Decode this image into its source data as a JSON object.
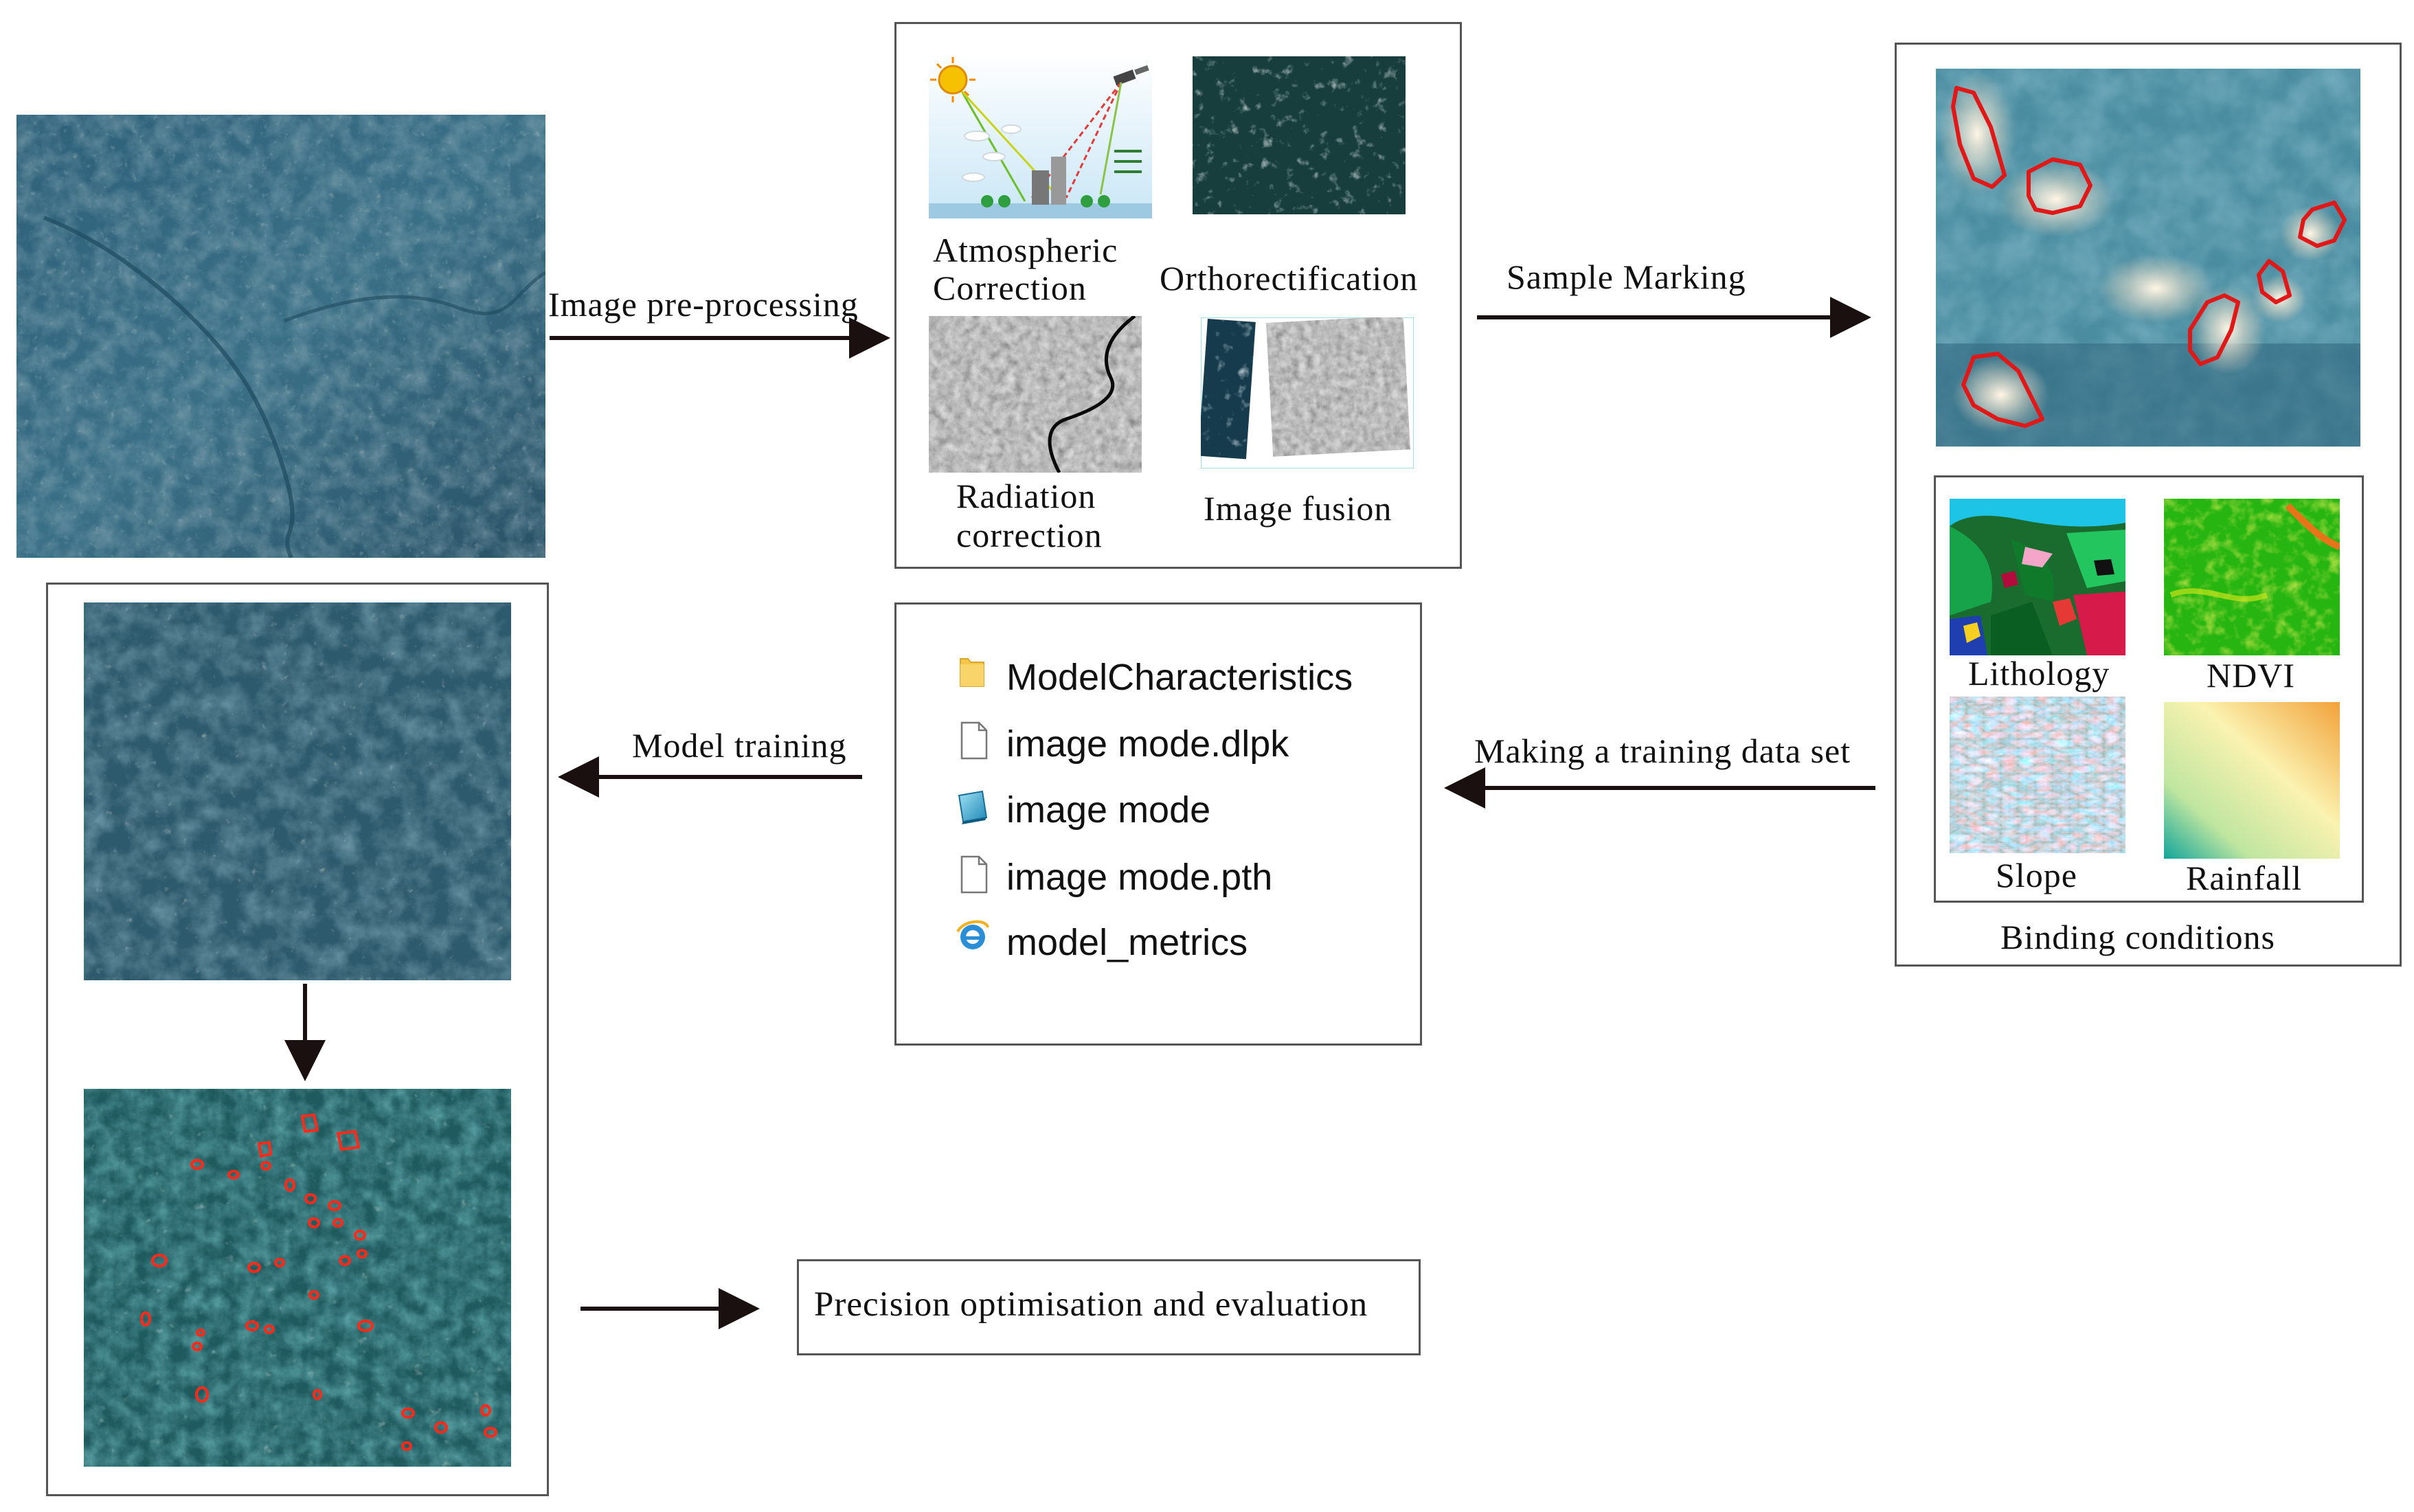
{
  "labels": {
    "image_preprocessing": "Image pre-processing",
    "atmospheric_correction": "Atmospheric\nCorrection",
    "orthorectification": "Orthorectification",
    "radiation_correction": "Radiation\ncorrection",
    "image_fusion": "Image fusion",
    "sample_marking": "Sample Marking",
    "lithology": "Lithology",
    "ndvi": "NDVI",
    "slope": "Slope",
    "rainfall": "Rainfall",
    "binding_conditions": "Binding conditions",
    "making_training_data_set": "Making a training data set",
    "model_training": "Model training",
    "precision": "Precision optimisation and evaluation"
  },
  "files": [
    {
      "name": "ModelCharacteristics",
      "icon": "folder-icon"
    },
    {
      "name": "image mode.dlpk",
      "icon": "file-icon"
    },
    {
      "name": "image mode",
      "icon": "model-icon"
    },
    {
      "name": "image mode.pth",
      "icon": "file-icon"
    },
    {
      "name": "model_metrics",
      "icon": "browser-icon"
    }
  ],
  "colors": {
    "satellite_base": "#2f5c72",
    "arrow": "#1a1010",
    "box_border": "#555555",
    "sample_outline": "#e01818"
  }
}
